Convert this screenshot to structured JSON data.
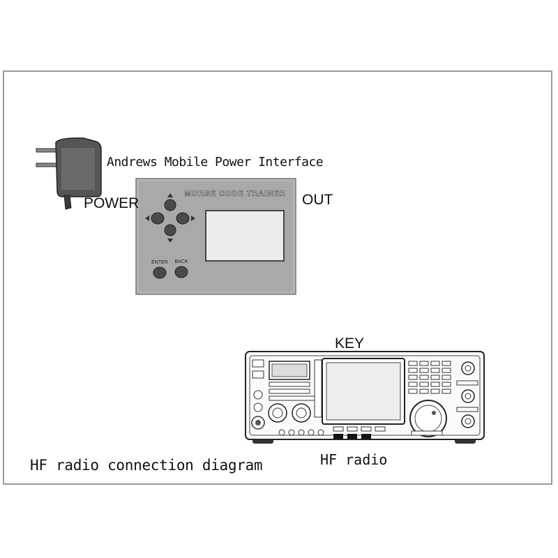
{
  "labels": {
    "power_interface": "Andrews Mobile Power Interface",
    "power": "POWER",
    "out": "OUT",
    "key": "KEY",
    "hf_radio": "HF radio",
    "diagram_title": "HF radio connection diagram"
  },
  "trainer": {
    "title": "MORSE CODE TRAINER",
    "enter_label": "ENTER",
    "back_label": "BACK"
  }
}
